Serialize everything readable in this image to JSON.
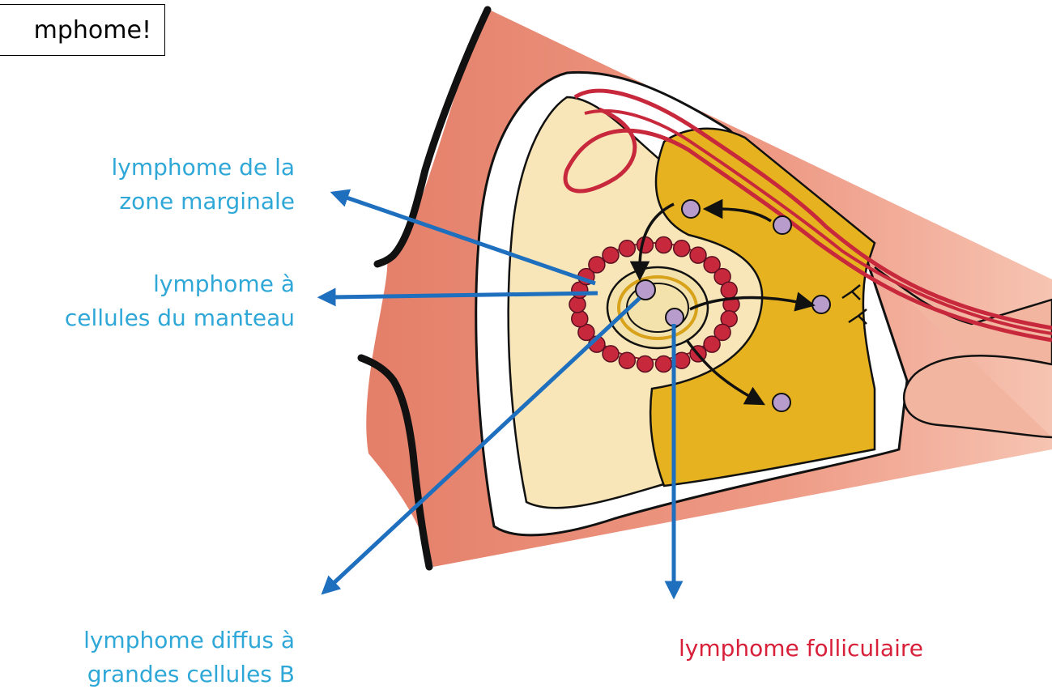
{
  "title_box": {
    "text": "mphome!"
  },
  "labels": {
    "marginal": [
      "lymphome de la",
      "zone marginale"
    ],
    "mantle": [
      "lymphome à",
      "cellules du manteau"
    ],
    "diffuse": [
      "lymphome diffus à",
      "grandes cellules B"
    ],
    "follicular": "lymphome folliculaire"
  },
  "colors": {
    "label_blue": "#2fa8d8",
    "label_red": "#d8203a",
    "arrow_blue": "#1f6fbf",
    "outer_tissue": "#e8927c",
    "follicle_pale": "#f8e6b8",
    "paracortex_gold": "#e6b21f",
    "vessel_red": "#c8283c",
    "cell_lilac": "#b89ccc"
  }
}
